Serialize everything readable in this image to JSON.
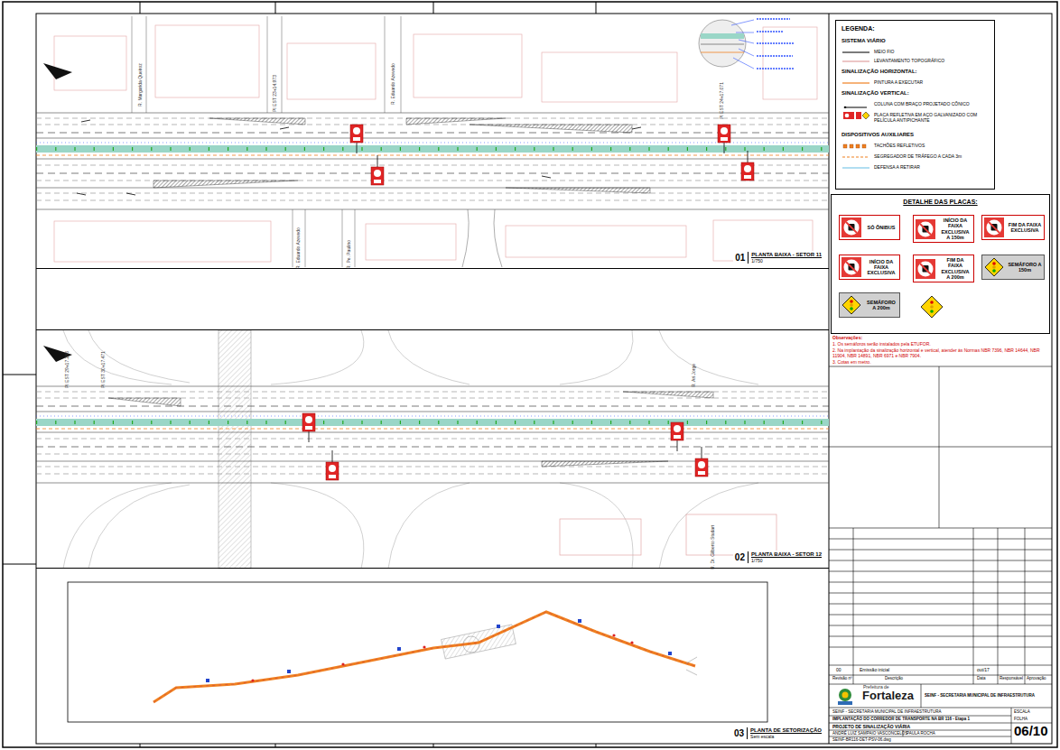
{
  "diagram": {
    "nodes": [
      {
        "text": [
          "01",
          "PLANTA BAIXA - SETOR 11",
          "1/750"
        ]
      },
      {
        "text": [
          "02",
          "PLANTA BAIXA - SETOR 12",
          "1/750"
        ]
      },
      {
        "text": [
          "03",
          "PLANTA DE SETORIZAÇÃO",
          "Sem escala"
        ]
      },
      {
        "text": [
          "LEGENDA:",
          "SISTEMA VIÁRIO",
          "SINALIZAÇÃO HORIZONTAL:",
          "SINALIZAÇÃO VERTICAL:",
          "DISPOSITIVOS AUXILIARES"
        ]
      },
      {
        "text": [
          "DETALHE DAS PLACAS:"
        ]
      },
      {
        "text": [
          "SÓ ÔNIBUS"
        ],
        "in": 4
      },
      {
        "text": [
          "INÍCIO DA FAIXA EXCLUSIVA A 150m"
        ],
        "in": 4
      },
      {
        "text": [
          "FIM DA FAIXA EXCLUSIVA"
        ],
        "in": 4
      },
      {
        "text": [
          "INÍCIO DA FAIXA EXCLUSIVA"
        ],
        "in": 4
      },
      {
        "text": [
          "FIM DA FAIXA EXCLUSIVA A 200m"
        ],
        "in": 4
      },
      {
        "text": [
          "SEMÁFORO A 150m"
        ],
        "in": 4
      },
      {
        "text": [
          "SEMÁFORO A 200m"
        ],
        "in": 4
      }
    ],
    "labels": [
      "R. Margarida Queiroz",
      "PI EST 23+14.973",
      "R. Eduardo Azevedo",
      "PI EST 24+17.071",
      "R. Eduardo Azevedo",
      "R. Pe. Paulino",
      "PI EST 29+17.296",
      "PI EST 30+17.471",
      "R. Ari Jorge",
      "R. Dr. Gilberto Studart",
      "Observações:",
      "1. Os semáforos serão instalados pela ETUFOR.",
      "2. Na implantação da sinalização horizontal e vertical, atender às Normas NBR 7396, NBR 14644, NBR 11904, NBR 14891, NBR 6971 e NBR 7904.",
      "3. Cotas em metro.",
      "00",
      "Emissão inicial",
      "out/17",
      "Revisão nº",
      "Descrição",
      "Data",
      "Responsável",
      "Aprovação",
      "Prefeitura de",
      "Fortaleza",
      "SEINF - SECRETARIA MUNICIPAL DE INFRAESTRUTURA",
      "SEINF - SECRETARIA MUNICIPAL DE INFRAESTRUTURA",
      "IMPLANTAÇÃO DO CORREDOR DE TRANSPORTE NA BR 116 - Etapa 1",
      "PROJETO DE SINALIZAÇÃO VIÁRIA",
      "ANDRÉ LUIZ SAMPAIO VASCONCELOS",
      "PAULA ROCHA",
      "SEINF-BR116-DET-PSV-06.dwg",
      "ESCALA",
      "FOLHA",
      "06/10"
    ],
    "legend": [
      {
        "text": "MEIO FIO"
      },
      {
        "text": "LEVANTAMENTO TOPOGRÁFICO"
      },
      {
        "text": "PINTURA A EXECUTAR"
      },
      {
        "text": "COLUNA COM BRAÇO PROJETADO CÔNICO"
      },
      {
        "text": "PLACA REFLETIVA EM AÇO GALVANIZADO COM PELÍCULA ANTIPICHANTE"
      },
      {
        "text": "TACHÕES REFLETIVOS"
      },
      {
        "text": "SEGREGADOR DE TRÁFEGO A CADA 3m"
      },
      {
        "text": "DEFENSA A RETIRAR"
      }
    ]
  }
}
